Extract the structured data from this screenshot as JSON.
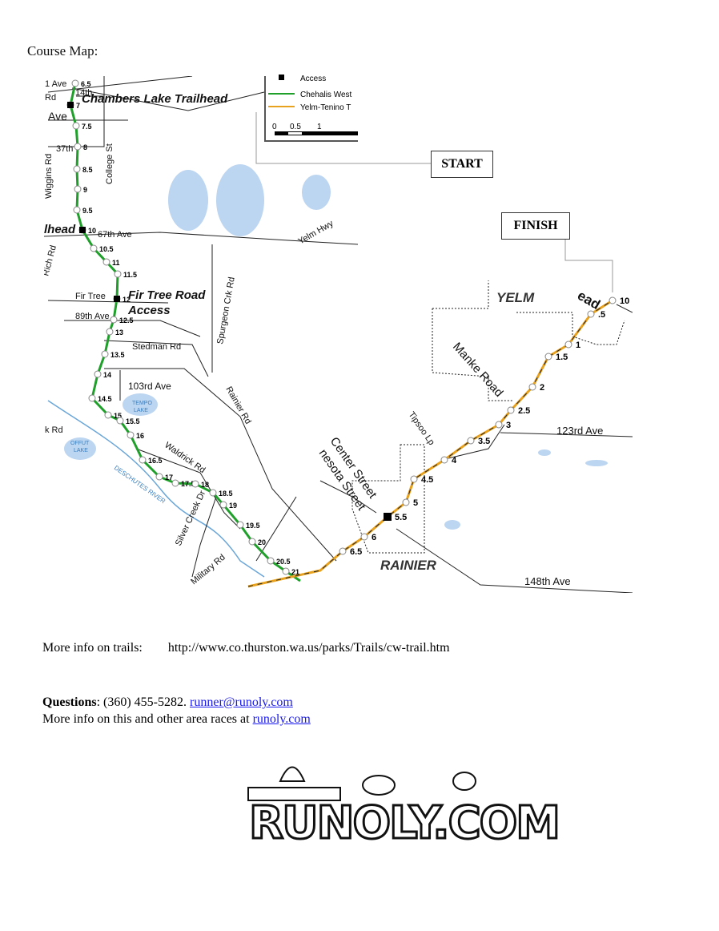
{
  "heading": "Course Map:",
  "map": {
    "legend": {
      "access": "Access",
      "chehalis": "Chehalis West",
      "yelm": "Yelm-Tenino T",
      "scale": [
        "0",
        "0.5",
        "1"
      ]
    },
    "colors": {
      "chehalis": "#1fa02a",
      "yelm": "#e8a21d",
      "water": "#bcd5f0",
      "road": "#222222"
    },
    "callouts": {
      "start": "START",
      "finish": "FINISH"
    },
    "labels": {
      "chambers": "Chambers Lake Trailhead",
      "firtree": "Fir Tree Road",
      "access": "Access",
      "head_left": "lhead",
      "head_right": "ead",
      "yelm": "YELM",
      "rainier": "RAINIER",
      "ave14": "14th",
      "ave1": "1 Ave",
      "rd_top": "Rd",
      "ave_left": "Ave",
      "ave37": "37th",
      "college": "College St",
      "wiggins": "Wiggins Rd",
      "ave67": "67th Ave",
      "rich": "Rich Rd",
      "firtree_rd": "Fir Tree",
      "ave89": "89th Ave",
      "stedman": "Stedman Rd",
      "ave103": "103rd Ave",
      "tempo": "TEMPO",
      "lake": "LAKE",
      "ck_rd": "k Rd",
      "offut": "OFFUT",
      "offut_lake": "LAKE",
      "deschutes": "DESCHUTES RIVER",
      "waldrick": "Waldrick Rd",
      "silver": "Silver Creek Dr",
      "military": "Military Rd",
      "spurgeon": "Spurgeon Crk Rd",
      "rainier_rd": "Rainier Rd",
      "yelm_hwy": "Yelm Hwy",
      "manke": "Manke Road",
      "tipsoo": "Tipsoo Lp",
      "center": "Center Street",
      "minnesota": "nesota Street",
      "ave123": "123rd Ave",
      "ave148": "148th Ave"
    },
    "green_miles": [
      "6.5",
      "7",
      "7.5",
      "8",
      "8.5",
      "9",
      "9.5",
      "10",
      "10.5",
      "11",
      "11.5",
      "12",
      "12.5",
      "13",
      "13.5",
      "14",
      "14.5",
      "15",
      "15.5",
      "16",
      "16.5",
      "17",
      "17.5",
      "18",
      "18.5",
      "19",
      "19.5",
      "20",
      "20.5",
      "21"
    ],
    "orange_miles": [
      "6.5",
      "6",
      "5.5",
      "5",
      "4.5",
      "4",
      "3.5",
      "3",
      "2.5",
      "2",
      "1.5",
      "1",
      ".5",
      "10"
    ]
  },
  "info": {
    "label": "More info on trails:",
    "url": "http://www.co.thurston.wa.us/parks/Trails/cw-trail.htm"
  },
  "questions": {
    "label": "Questions",
    "phone": ": (360) 455-5282. ",
    "email": "runner@runoly.com",
    "more": "More info on this and other area races at ",
    "site": "runoly.com"
  },
  "logo": {
    "text": "RUNOLY.COM"
  }
}
